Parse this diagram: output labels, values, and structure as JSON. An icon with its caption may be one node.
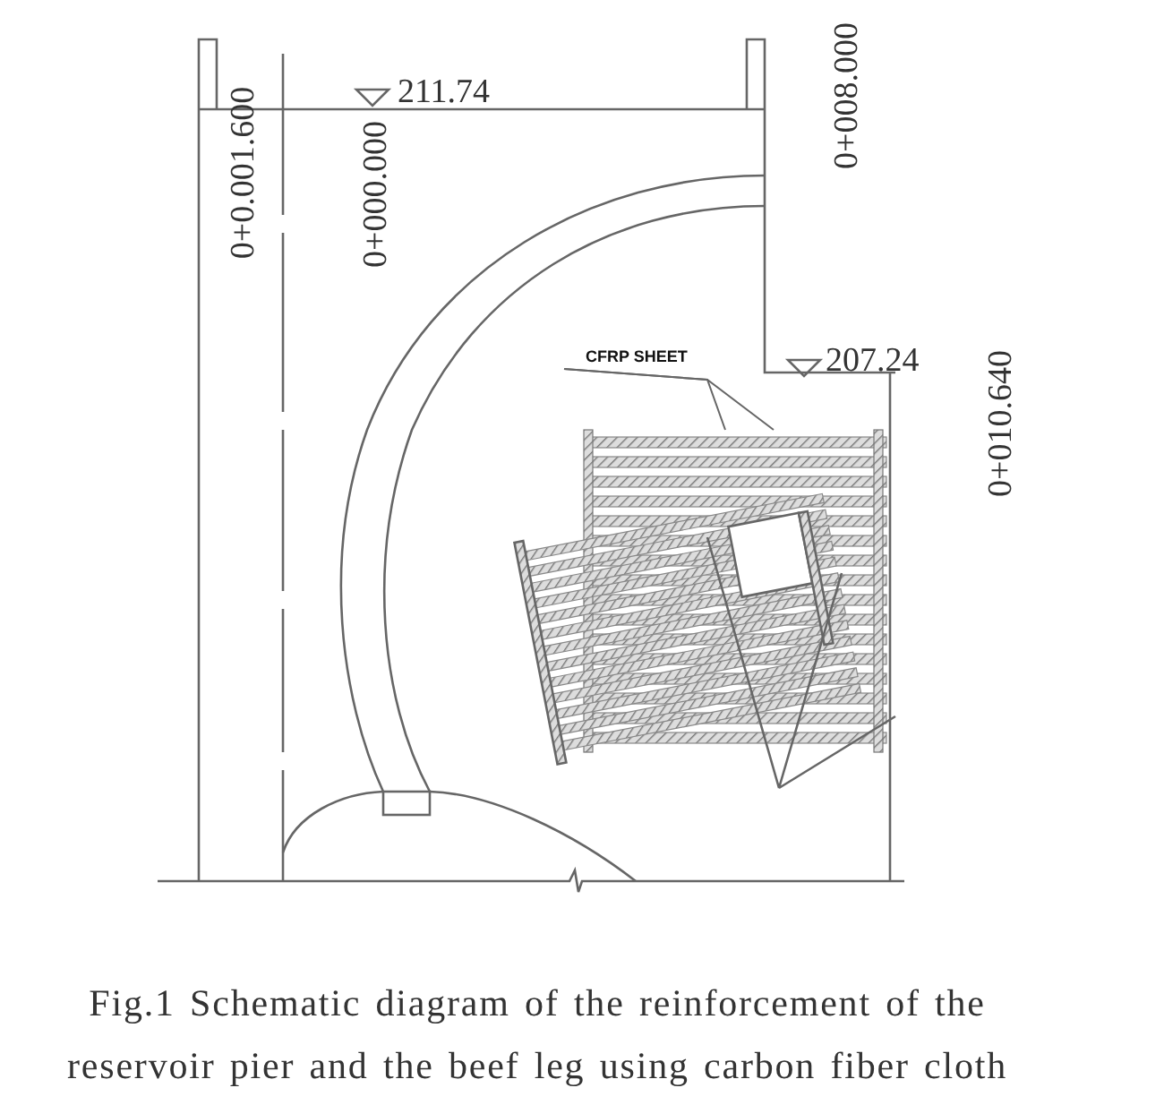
{
  "diagram": {
    "caption": "Fig.1 Schematic diagram of the reinforcement of the reservoir pier and the beef leg using carbon fiber cloth",
    "nodes": [
      {
        "text": [
          "CFRP SHEET"
        ]
      },
      {
        "text": [],
        "shape": "box"
      }
    ],
    "edges": [
      {
        "from": 0,
        "to": 1,
        "arrow": "none"
      },
      {
        "from": 0,
        "to": 1,
        "arrow": "none"
      }
    ],
    "labels": [
      "211.74",
      "0+0.001.600",
      "0+000.000",
      "0+008.000",
      "207.24",
      "0+010.640"
    ]
  }
}
